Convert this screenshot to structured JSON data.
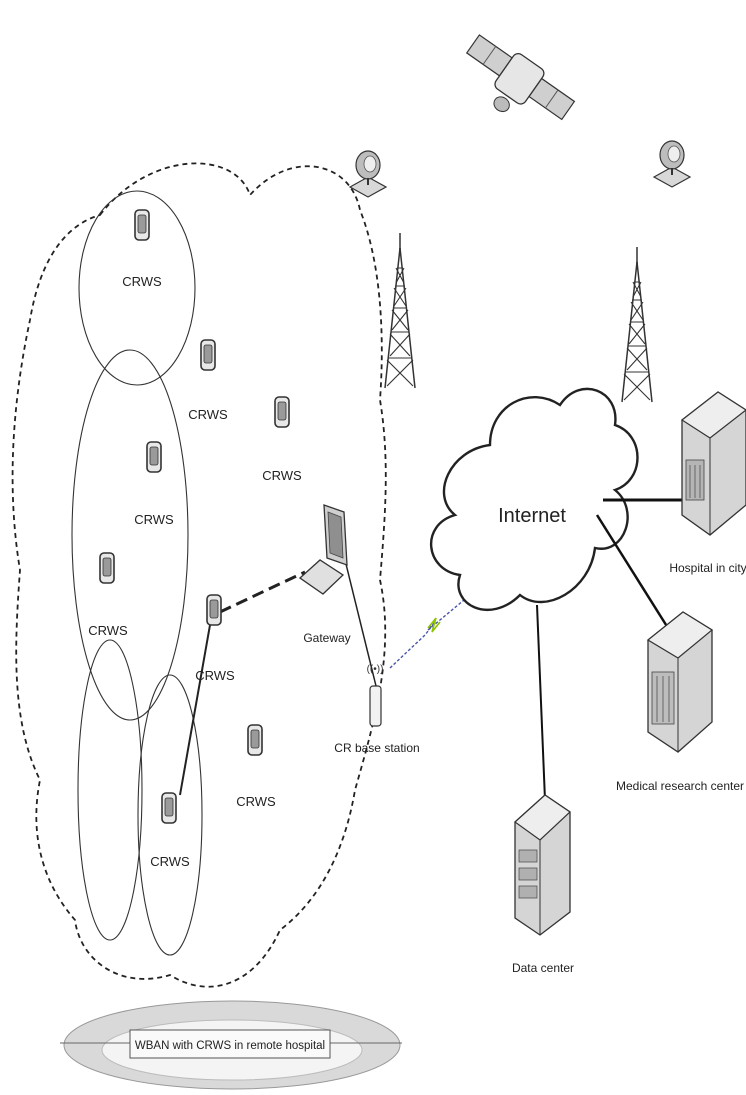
{
  "nodes": {
    "crws_label": "CRWS",
    "gateway": "Gateway",
    "base_station": "CR base station",
    "internet": "Internet",
    "hospital_city": "Hospital in city",
    "medical_research": "Medical research center",
    "data_center": "Data center"
  },
  "caption": "WBAN with CRWS in remote hospital",
  "icons": [
    "satellite-icon",
    "satellite-dish-icon",
    "radio-tower-icon",
    "wearable-sensor-icon",
    "laptop-icon",
    "building-icon",
    "cloud-icon"
  ]
}
